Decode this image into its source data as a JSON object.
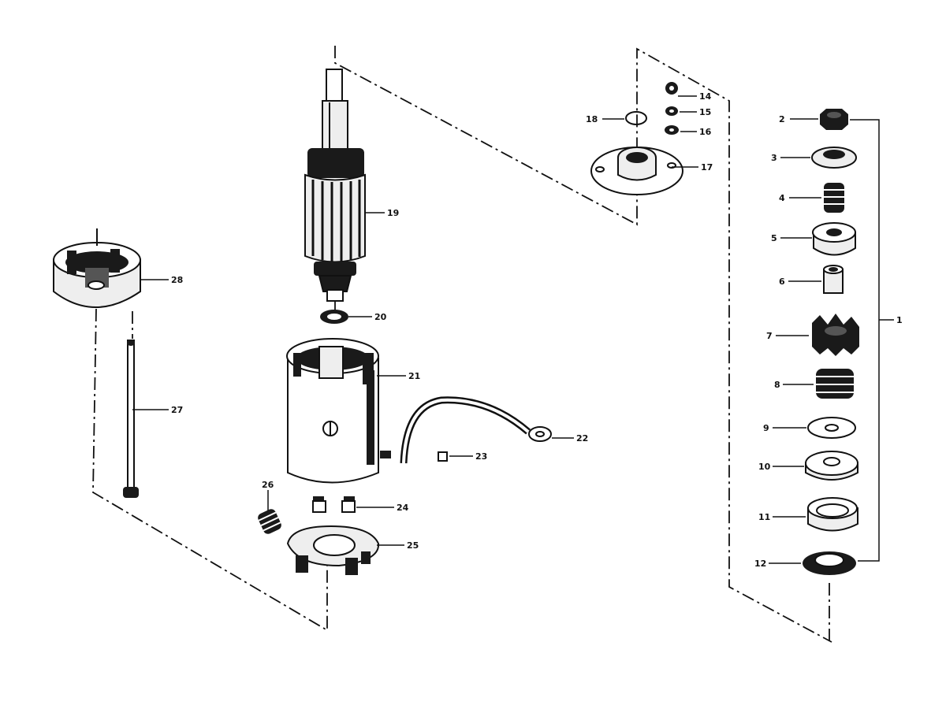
{
  "callouts": {
    "c1": "1",
    "c2": "2",
    "c3": "3",
    "c4": "4",
    "c5": "5",
    "c6": "6",
    "c7": "7",
    "c8": "8",
    "c9": "9",
    "c10": "10",
    "c11": "11",
    "c12": "12",
    "c14": "14",
    "c15": "15",
    "c16": "16",
    "c17": "17",
    "c18": "18",
    "c19": "19",
    "c20": "20",
    "c21": "21",
    "c22": "22",
    "c23": "23",
    "c24": "24",
    "c25": "25",
    "c26": "26",
    "c27": "27",
    "c28": "28"
  }
}
